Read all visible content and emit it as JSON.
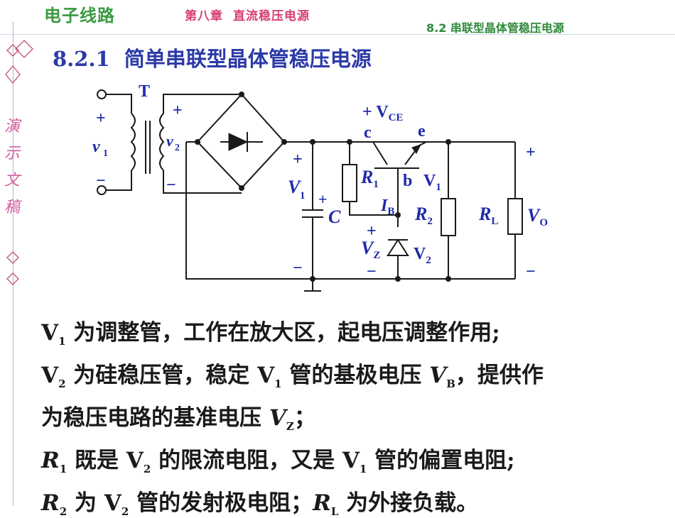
{
  "header": {
    "course": "电子线路",
    "chapter_num": "第八章",
    "chapter_title": "直流稳压电源",
    "section": "8.2  串联型晶体管稳压电源"
  },
  "title": {
    "number": "8.2.1",
    "text": "简单串联型晶体管稳压电源"
  },
  "sidebar": {
    "chars": [
      "演",
      "示",
      "文",
      "稿"
    ]
  },
  "circuit": {
    "transformer": "T",
    "plus": "+",
    "minus": "−",
    "v1": "v",
    "v1_sub": "1",
    "v2": "v",
    "v2_sub": "2",
    "V1": "V",
    "V1_sub": "1",
    "C": "C",
    "VCE": "+ V",
    "VCE_sub": "CE",
    "c": "c",
    "e": "e",
    "b": "b",
    "transistor": "V",
    "transistor_sub": "1",
    "R1": "R",
    "R1_sub": "1",
    "IB": "I",
    "IB_sub": "B",
    "R2": "R",
    "R2_sub": "2",
    "VZ": "V",
    "VZ_sub": "Z",
    "zener": "V",
    "zener_sub": "2",
    "RL": "R",
    "RL_sub": "L",
    "VO": "V",
    "VO_sub": "O"
  },
  "text": {
    "l1_a": "V",
    "l1_sub": "1",
    "l1_b": " 为调整管，工作在放大区，起电压调整作用;",
    "l2_a": "V",
    "l2_sub": "2",
    "l2_b": " 为硅稳压管，稳定 V",
    "l2_sub2": "1",
    "l2_c": " 管的基极电压 ",
    "l2_vb": "V",
    "l2_vb_sub": "B",
    "l2_d": "，提供作",
    "l3_a": "为稳压电路的基准电压 ",
    "l3_vz": "V",
    "l3_vz_sub": "Z",
    "l3_b": "；",
    "l4_a": "R",
    "l4_sub": "1",
    "l4_b": " 既是 V",
    "l4_sub2": "2",
    "l4_c": " 的限流电阻，又是 V",
    "l4_sub3": "1",
    "l4_d": " 管的偏置电阻;",
    "l5_a": "R",
    "l5_sub": "2",
    "l5_b": " 为 V",
    "l5_sub2": "2",
    "l5_c": " 管的发射极电阻；",
    "l5_rl": "R",
    "l5_rl_sub": "L",
    "l5_d": " 为外接负载。"
  }
}
